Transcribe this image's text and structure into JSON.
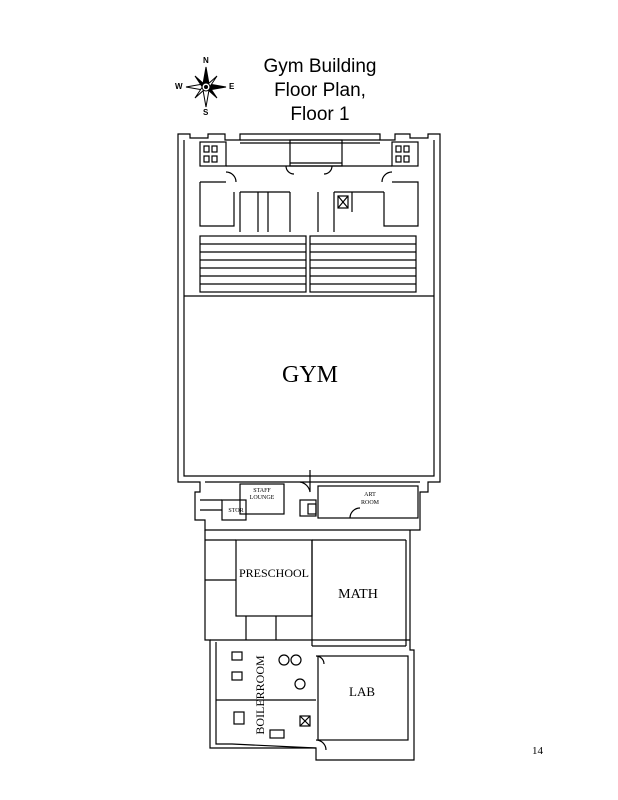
{
  "title": {
    "line1": "Gym Building",
    "line2": "Floor Plan,",
    "line3": "Floor 1"
  },
  "compass": {
    "north": "N",
    "south": "S",
    "east": "E",
    "west": "W"
  },
  "rooms": {
    "gym": "GYM",
    "staff_lounge_1": "STAFF",
    "staff_lounge_2": "LOUNGE",
    "stor": "STOR",
    "art_room_1": "ART",
    "art_room_2": "ROOM",
    "preschool": "PRESCHOOL",
    "math": "MATH",
    "lab": "LAB",
    "boiler_room": "BOILERROOM"
  },
  "page_number": "14",
  "colors": {
    "line": "#000000",
    "background": "#ffffff"
  }
}
